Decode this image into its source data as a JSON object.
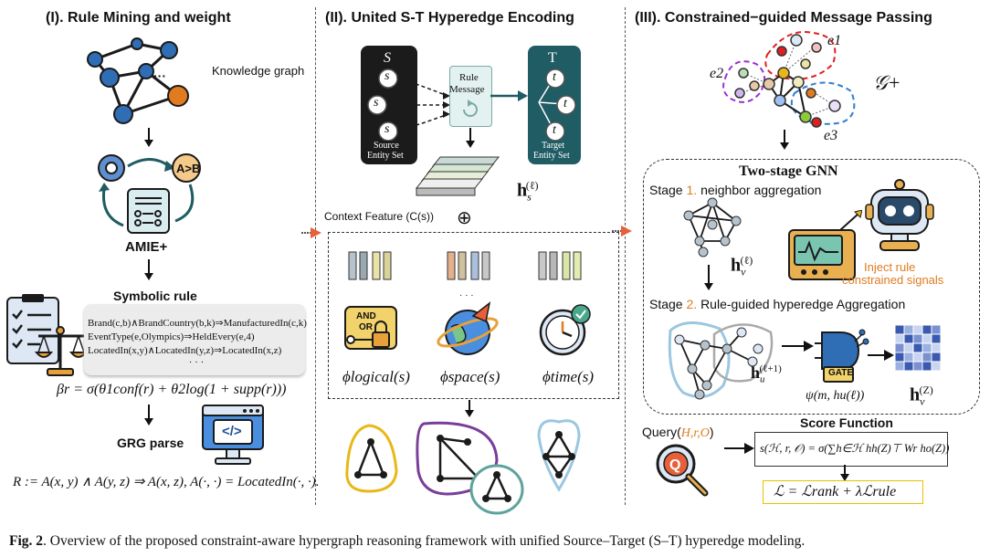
{
  "panels": {
    "p1_title": "(I). Rule Mining and weight",
    "p2_title": "(II). United S-T Hyperedge Encoding",
    "p3_title": "(III). Constrained−guided Message Passing"
  },
  "p1": {
    "kg_label": "Knowledge graph",
    "ab_label": "A>B",
    "amie_label": "AMIE+",
    "sym_label": "Symbolic rule",
    "rules": [
      "Brand(c,b)∧BrandCountry(b,k)⇒ManufacturedIn(c,k)",
      "EventType(e,Olympics)⇒HeldEvery(e,4)",
      "LocatedIn(x,y)∧LocatedIn(y,z)⇒LocatedIn(x,z)",
      "· · ·"
    ],
    "beta_formula": "βr = σ(θ1conf(r) + θ2log(1 + supp(r)))",
    "grg_label": "GRG parse",
    "code_label": "</>",
    "r_formula": "R := A(x, y) ∧ A(y, z) ⇒ A(x, z), A(·, ·) = LocatedIn(·, ·)."
  },
  "p2": {
    "s_title": "S",
    "s_node": "s",
    "source_label_1": "Source",
    "source_label_2": "Entity Set",
    "rule_msg_1": "Rule",
    "rule_msg_2": "Message",
    "t_title": "T",
    "t_node": "t",
    "target_label_1": "Target",
    "target_label_2": "Entity Set",
    "hs_label": "h",
    "hs_sub": "s",
    "hs_sup": "(ℓ)",
    "ctx_label": "Context Feature (C(s))",
    "oplus": "⊕",
    "and_label": "AND",
    "or_label": "OR",
    "ellipsis": "· · ·",
    "phi_logical": "ϕlogical(s)",
    "phi_space": "ϕspace(s)",
    "phi_time": "ϕtime(s)"
  },
  "p3": {
    "e1": "e1",
    "e2": "e2",
    "e3": "e3",
    "gplus": "𝒢+",
    "gnn_title": "Two-stage GNN",
    "stage1_prefix": "Stage",
    "stage1_num": "1.",
    "stage1_text": "neighbor aggregation",
    "hv_label": "h",
    "hv_sub": "v",
    "hv_sup": "(ℓ)",
    "inject_1": "Inject rule",
    "inject_2": "constrained signals",
    "stage2_prefix": "Stage",
    "stage2_num": "2.",
    "stage2_text": "Rule-guided hyperedge Aggregation",
    "hu_sup": "(ℓ+1)",
    "hu_sub": "u",
    "gate_label": "GATE",
    "psi_formula": "ψ(m, hu(ℓ))",
    "hvz_sup": "(Z)",
    "hvz_sub": "v",
    "score_title": "Score Function",
    "query_prefix": "Query(",
    "query_args": "H,r,O",
    "query_suffix": ")",
    "score_formula": "s(ℋ, r, 𝒪) = σ(∑h∈ℋ hh(Z)⊤ Wr ho(Z))",
    "loss_formula": "ℒ = ℒrank + λℒrule"
  },
  "caption": {
    "fig": "Fig. 2",
    "text": ". Overview of the proposed constraint-aware hypergraph reasoning framework with unified Source–Target (S–T) hyperedge modeling."
  },
  "colors": {
    "kg_blue": "#2f6db5",
    "orange": "#e07b20",
    "teal": "#1f5c63",
    "dark": "#1b1b1b",
    "hyper_yellow": "#e8b818",
    "hyper_purple": "#7a3d9a",
    "hyper_teal": "#5ea39a",
    "hyper_lightblue": "#9cc7e0",
    "red_dash": "#e02020",
    "purple_dash": "#9b30d0",
    "blue_dash": "#2f7fd0"
  }
}
